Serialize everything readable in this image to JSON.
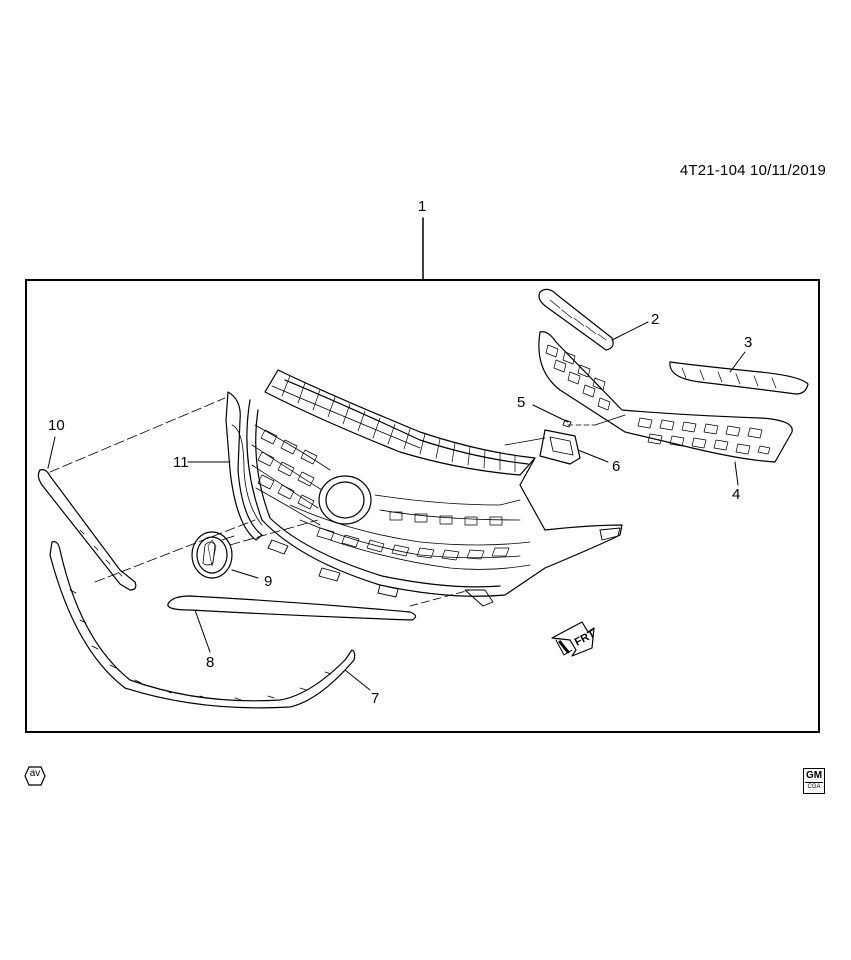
{
  "diagram": {
    "id_date": "4T21-104  10/11/2019",
    "callouts": {
      "c1": "1",
      "c2": "2",
      "c3": "3",
      "c4": "4",
      "c5": "5",
      "c6": "6",
      "c7": "7",
      "c8": "8",
      "c9": "9",
      "c10": "10",
      "c11": "11"
    },
    "direction_label": "FRT",
    "badge_left": "av",
    "logo_right": {
      "brand": "GM",
      "sub": "CGA"
    }
  }
}
